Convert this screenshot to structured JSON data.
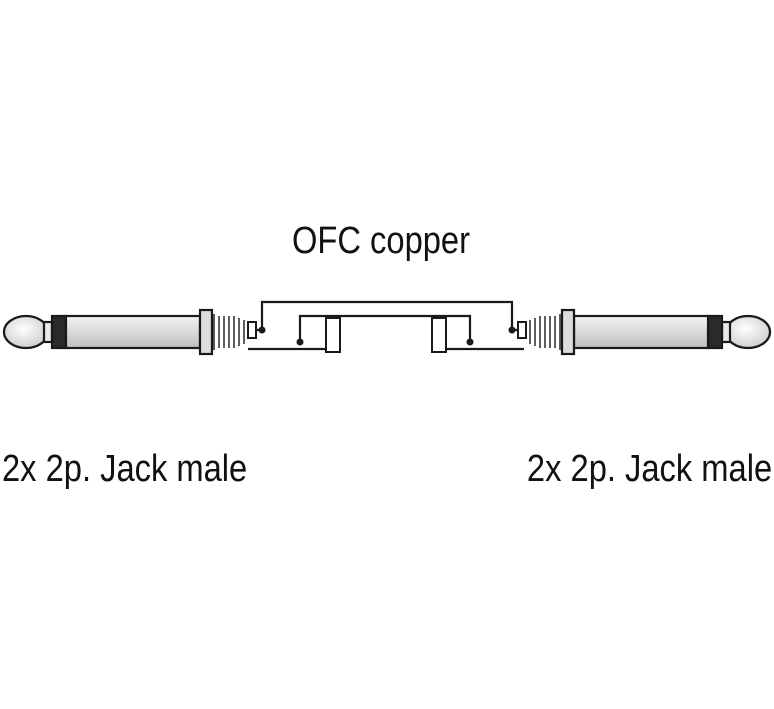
{
  "diagram": {
    "cable_label": "OFC copper",
    "left_connector_label": "2x 2p. Jack male",
    "right_connector_label": "2x 2p. Jack male"
  },
  "colors": {
    "stroke": "#1a1a1a",
    "barrel": "#e6e6e6",
    "tip": "#eeeeee",
    "background": "#ffffff"
  }
}
